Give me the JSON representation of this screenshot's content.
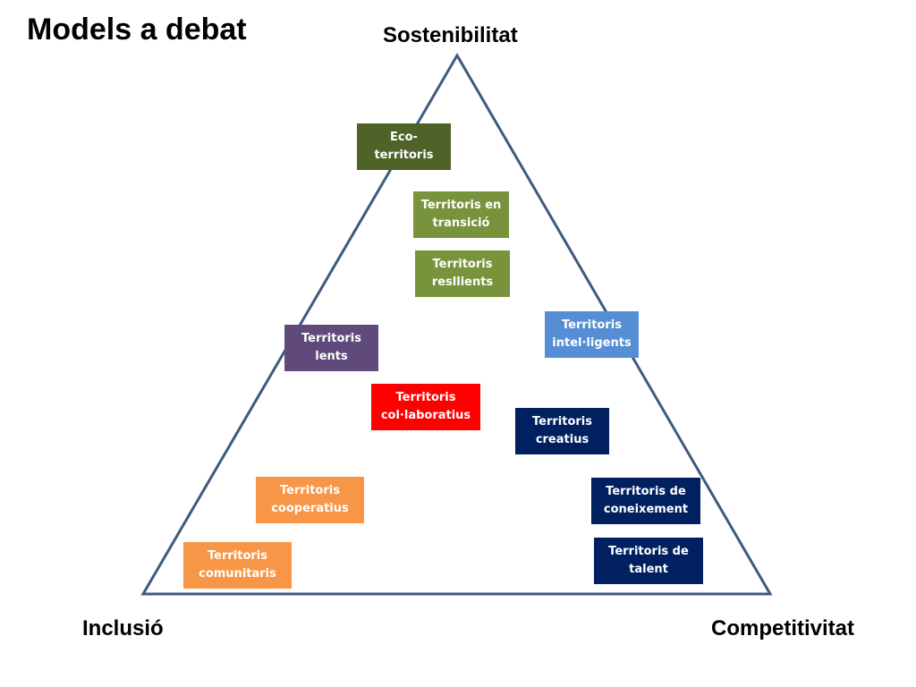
{
  "title": "Models a debat",
  "corners": {
    "top": "Sostenibilitat",
    "left": "Inclusió",
    "right": "Competitivitat"
  },
  "colors": {
    "triangle_stroke": "#3d5a80",
    "dark_green": "#4f6228",
    "green": "#77933c",
    "purple": "#604a7b",
    "red": "#ff0000",
    "light_blue": "#558ed5",
    "navy": "#002060",
    "orange": "#f79646"
  },
  "boxes": [
    {
      "id": "eco",
      "lines": [
        "Eco-",
        "territoris"
      ],
      "color": "#4f6228"
    },
    {
      "id": "transicio",
      "lines": [
        "Territoris en",
        "transició"
      ],
      "color": "#77933c"
    },
    {
      "id": "resllients",
      "lines": [
        "Territoris",
        "resllients"
      ],
      "color": "#77933c"
    },
    {
      "id": "lents",
      "lines": [
        "Territoris",
        "lents"
      ],
      "color": "#604a7b"
    },
    {
      "id": "intel",
      "lines": [
        "Territoris",
        "intel·ligents"
      ],
      "color": "#558ed5"
    },
    {
      "id": "col",
      "lines": [
        "Territoris",
        "col·laboratius"
      ],
      "color": "#ff0000"
    },
    {
      "id": "creatius",
      "lines": [
        "Territoris",
        "creatius"
      ],
      "color": "#002060"
    },
    {
      "id": "cooperatius",
      "lines": [
        "Territoris",
        "cooperatius"
      ],
      "color": "#f79646"
    },
    {
      "id": "coneixement",
      "lines": [
        "Territoris de",
        "coneixement"
      ],
      "color": "#002060"
    },
    {
      "id": "comunitaris",
      "lines": [
        "Territoris",
        "comunitaris"
      ],
      "color": "#f79646"
    },
    {
      "id": "talent",
      "lines": [
        "Territoris de",
        "talent"
      ],
      "color": "#002060"
    }
  ]
}
